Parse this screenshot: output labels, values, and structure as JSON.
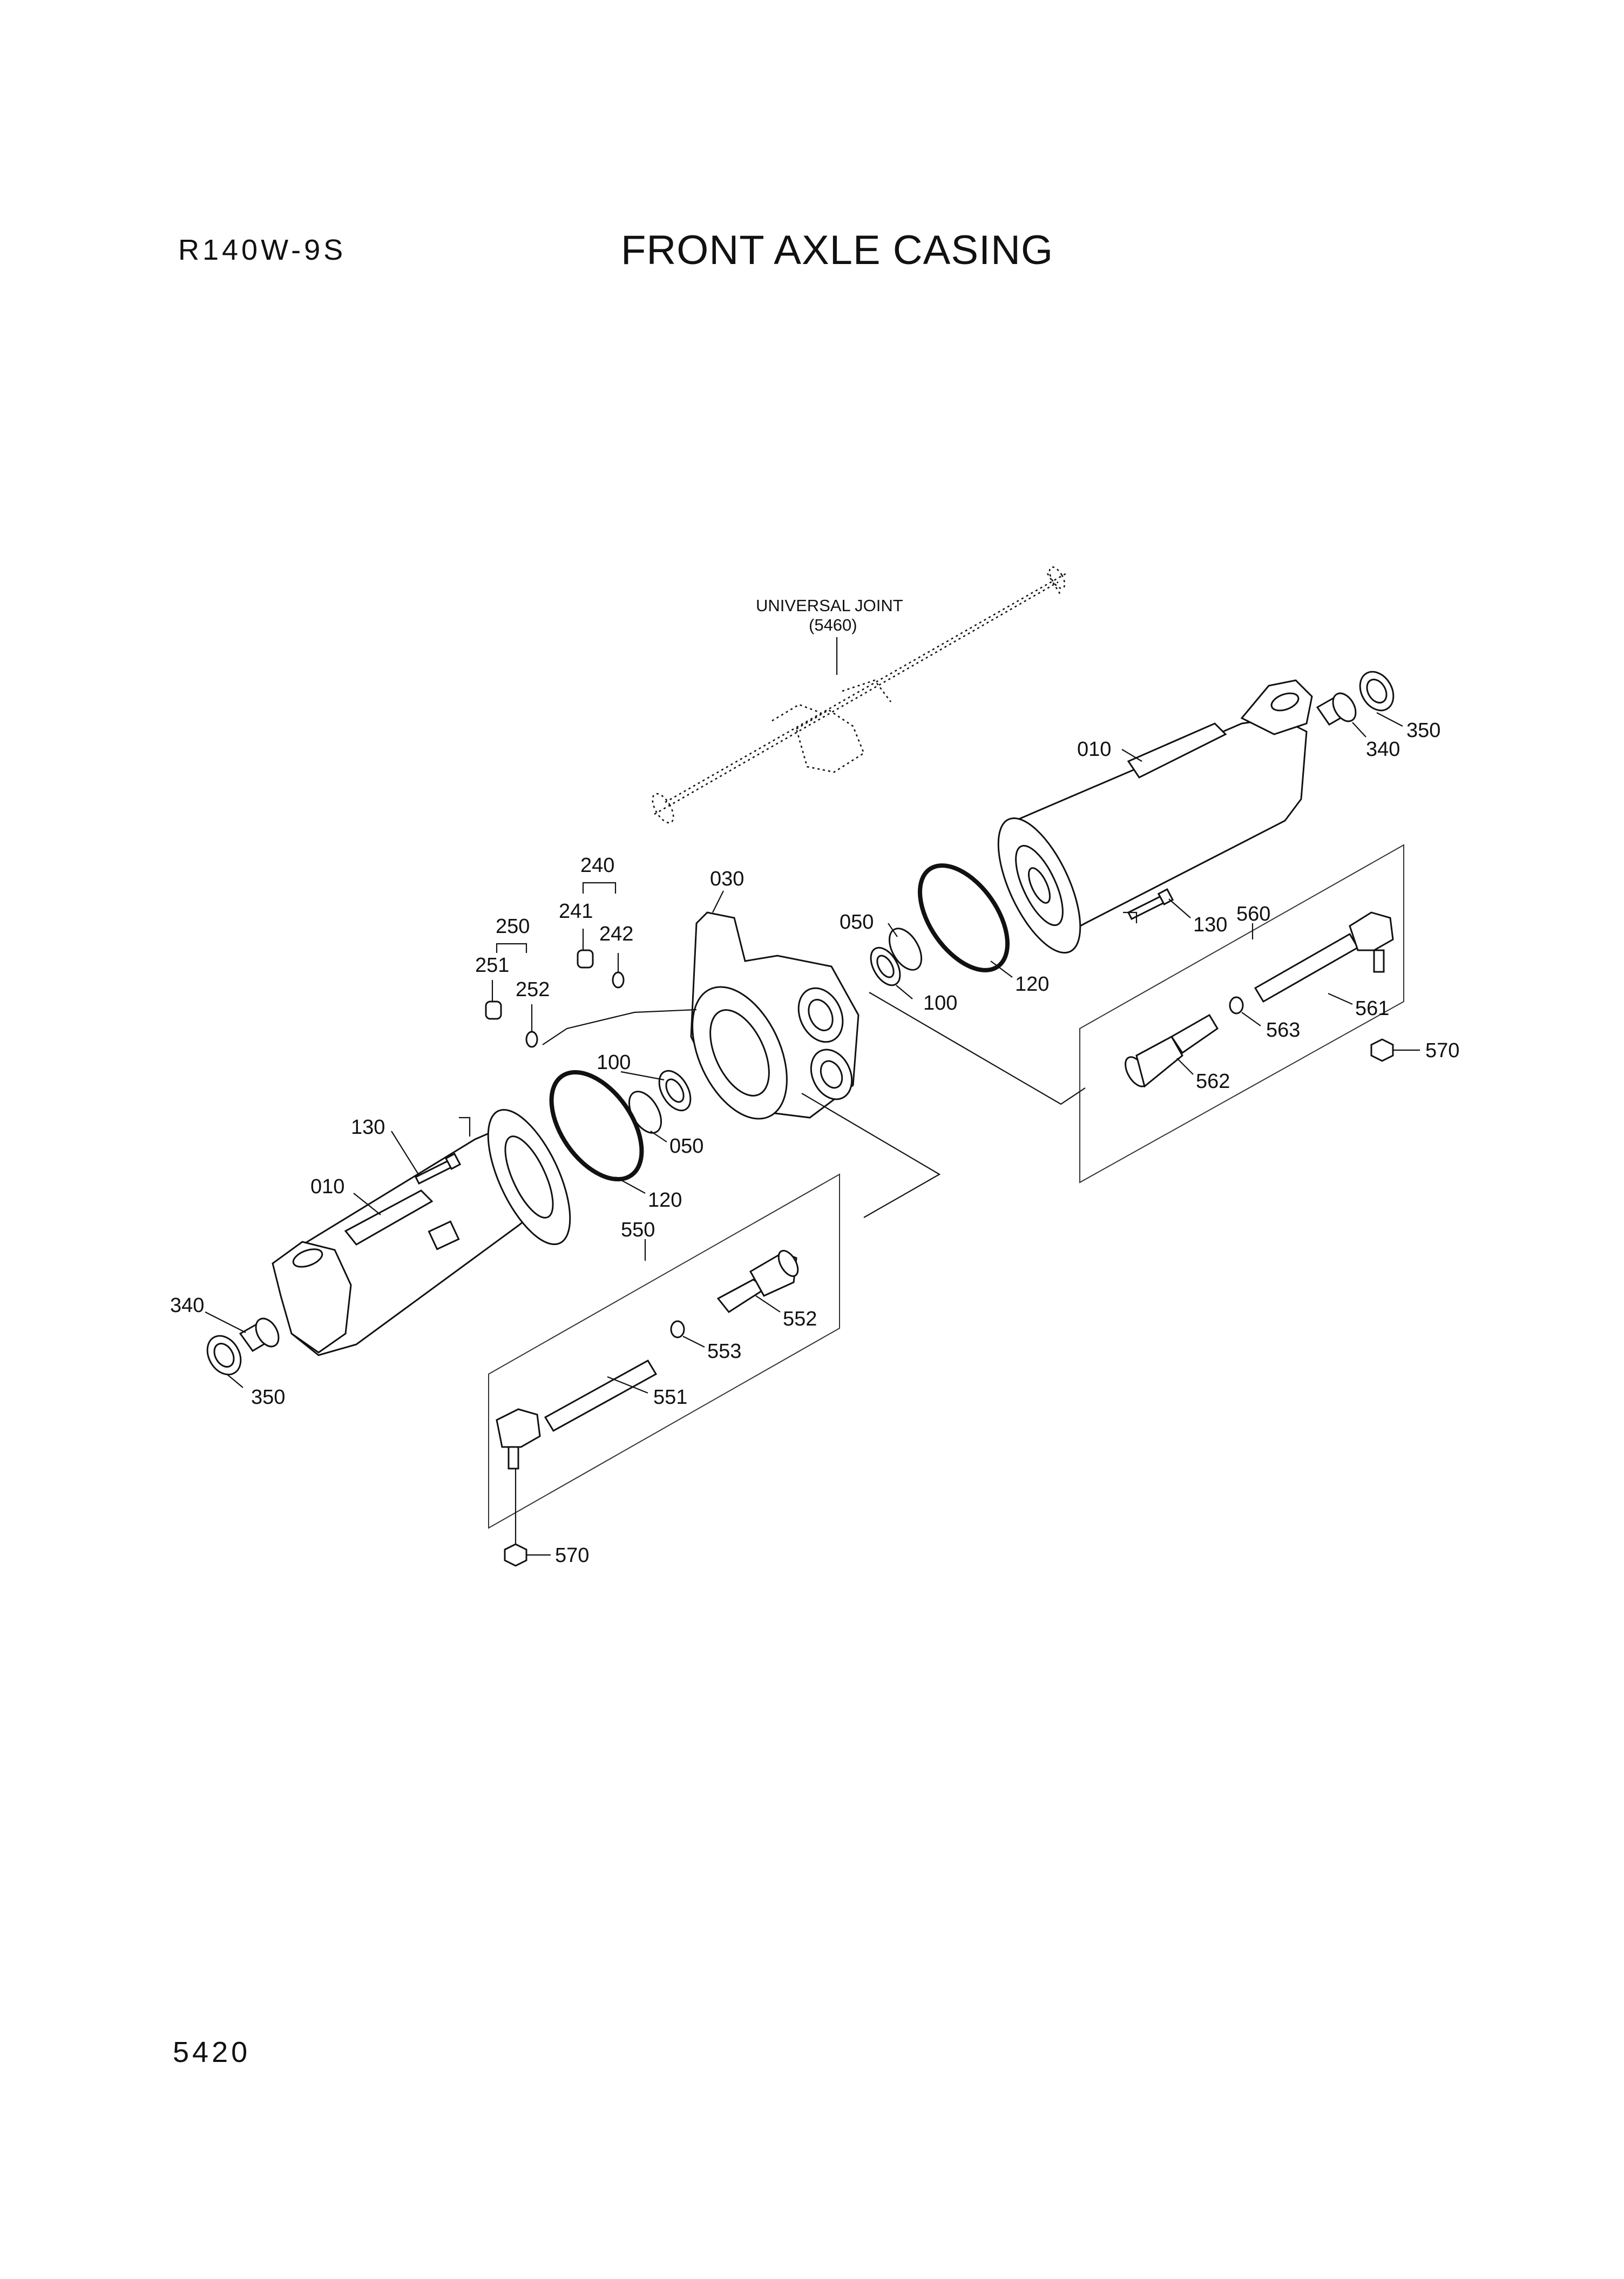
{
  "header": {
    "model": "R140W-9S",
    "title": "FRONT AXLE CASING"
  },
  "footer": {
    "page_number": "5420"
  },
  "reference": {
    "line1": "UNIVERSAL JOINT",
    "line2": "(5460)"
  },
  "callouts": {
    "c010_upper": "010",
    "c010_lower": "010",
    "c030": "030",
    "c050_upper": "050",
    "c050_lower": "050",
    "c100_upper": "100",
    "c100_lower": "100",
    "c120_upper": "120",
    "c120_lower": "120",
    "c130_upper": "130",
    "c130_lower": "130",
    "c240": "240",
    "c241": "241",
    "c242": "242",
    "c250": "250",
    "c251": "251",
    "c252": "252",
    "c340_upper": "340",
    "c340_lower": "340",
    "c350_upper": "350",
    "c350_lower": "350",
    "c550": "550",
    "c551": "551",
    "c552": "552",
    "c553": "553",
    "c560": "560",
    "c561": "561",
    "c562": "562",
    "c563": "563",
    "c570_upper": "570",
    "c570_lower": "570"
  },
  "colors": {
    "line": "#111111",
    "background": "#ffffff"
  }
}
